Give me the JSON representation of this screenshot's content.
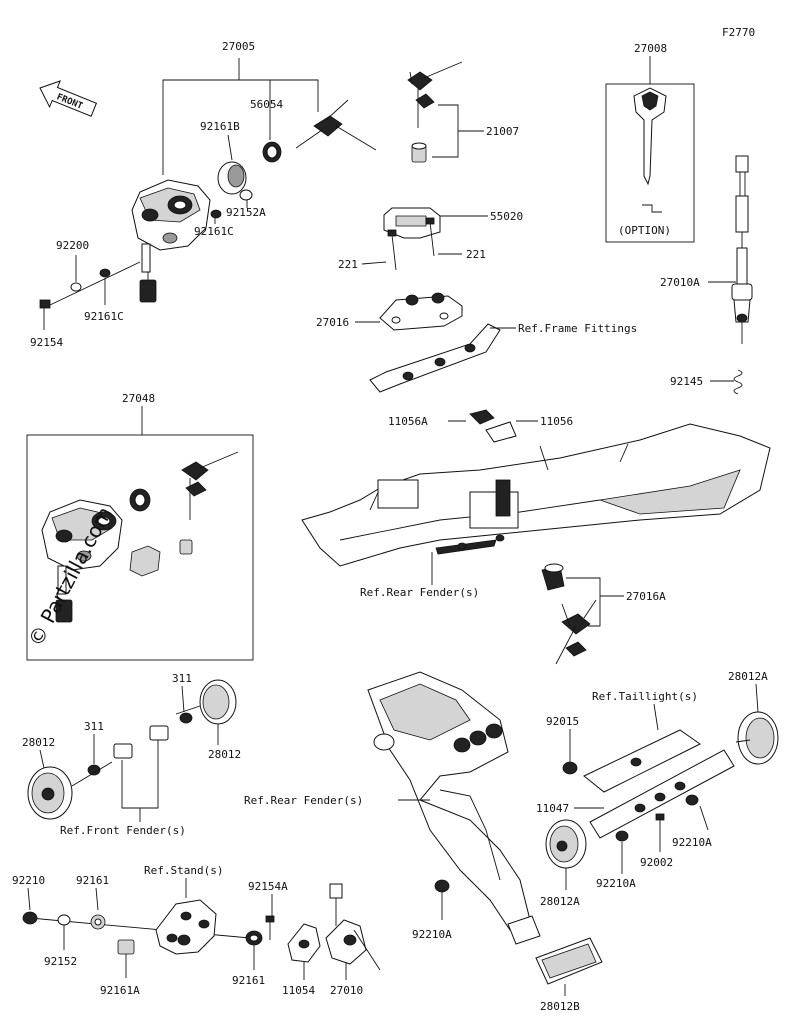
{
  "figure_code": "F2770",
  "front_arrow_label": "FRONT",
  "watermark": "© Partzilla.com",
  "parts": {
    "p27005": "27005",
    "p56054": "56054",
    "p92161B": "92161B",
    "p92200": "92200",
    "p92152A": "92152A",
    "p92161C_a": "92161C",
    "p92161C_b": "92161C",
    "p92154": "92154",
    "p21007": "21007",
    "p55020": "55020",
    "p221_a": "221",
    "p221_b": "221",
    "p27016": "27016",
    "p27008": "27008",
    "p27010A": "27010A",
    "p92145": "92145",
    "p27048": "27048",
    "p11056A": "11056A",
    "p11056": "11056",
    "p27016A": "27016A",
    "p311_a": "311",
    "p311_b": "311",
    "p28012_a": "28012",
    "p28012_b": "28012",
    "p28012A_a": "28012A",
    "p28012A_b": "28012A",
    "p92015": "92015",
    "p11047": "11047",
    "p92210A_a": "92210A",
    "p92210A_b": "92210A",
    "p92210A_c": "92210A",
    "p92002": "92002",
    "p92210": "92210",
    "p92161_a": "92161",
    "p92161_b": "92161",
    "p92154A": "92154A",
    "p92152": "92152",
    "p92161A": "92161A",
    "p11054": "11054",
    "p27010": "27010",
    "p28012B": "28012B"
  },
  "refs": {
    "frame_fittings": "Ref.Frame Fittings",
    "rear_fender_1": "Ref.Rear Fender(s)",
    "rear_fender_2": "Ref.Rear Fender(s)",
    "front_fender": "Ref.Front Fender(s)",
    "stand": "Ref.Stand(s)",
    "taillight": "Ref.Taillight(s)"
  },
  "option_label": "(OPTION)"
}
